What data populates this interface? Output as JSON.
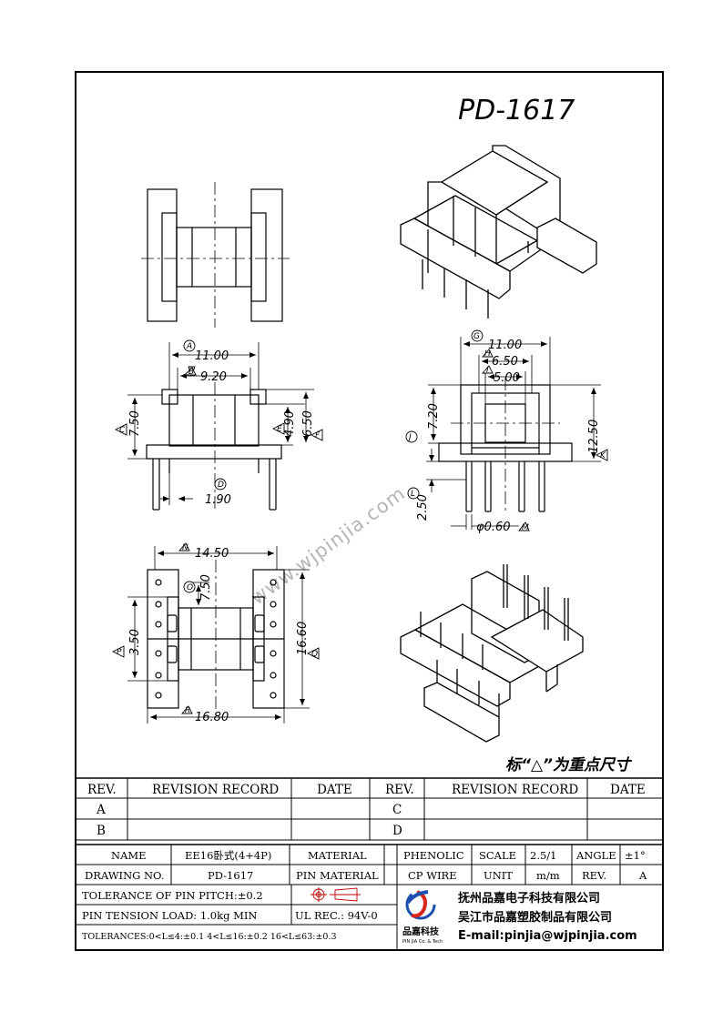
{
  "drawing": {
    "title": "PD-1617",
    "watermark": "www.wjpinjia.com",
    "key_dimension_note": "标“△”为重点尺寸"
  },
  "dimensions": {
    "a": "11.00",
    "b": "9.20",
    "c": "7.50",
    "e": "4.90",
    "f": "6.50",
    "d": "1.90",
    "g": "11.00",
    "h": "6.50",
    "i": "5.00",
    "j": "7.20",
    "k": "12.50",
    "l": "2.50",
    "m": "φ0.60",
    "n": "14.50",
    "o": "7.50",
    "p": "3.50",
    "q": "16.60",
    "r": "16.80"
  },
  "dimension_markers": {
    "a": "A",
    "b": "B",
    "c": "C",
    "d": "D",
    "e": "E",
    "f": "F",
    "g": "G",
    "h": "H",
    "i": "I",
    "j": "J",
    "k": "K",
    "l": "L",
    "m": "M",
    "n": "N",
    "o": "O",
    "p": "P",
    "q": "Q",
    "r": "R"
  },
  "revision_table": {
    "headers": [
      "REV.",
      "REVISION RECORD",
      "DATE",
      "REV.",
      "REVISION RECORD",
      "DATE"
    ],
    "rows": [
      {
        "rev_left": "A",
        "rev_right": "C"
      },
      {
        "rev_left": "B",
        "rev_right": "D"
      }
    ]
  },
  "title_block": {
    "name_label": "NAME",
    "name_value": "EE16卧式(4+4P)",
    "material_label": "MATERIAL",
    "material_value": "PHENOLIC",
    "scale_label": "SCALE",
    "scale_value": "2.5/1",
    "angle_label": "ANGLE",
    "angle_value": "±1°",
    "drawing_no_label": "DRAWING NO.",
    "drawing_no_value": "PD-1617",
    "pin_material_label": "PIN MATERIAL",
    "pin_material_value": "CP WIRE",
    "unit_label": "UNIT",
    "unit_value": "m/m",
    "rev_label": "REV.",
    "rev_value": "A",
    "pin_pitch_tolerance": "TOLERANCE OF PIN PITCH:±0.2",
    "pin_tension": "PIN TENSION LOAD: 1.0kg  MIN",
    "ul_rec": "UL REC.: 94V-0",
    "tolerances": "TOLERANCES:0<L≤4:±0.1 4<L≤16:±0.2 16<L≤63:±0.3",
    "logo_text": "品嘉科技",
    "logo_subtext": "PIN JIA Co. & Tech",
    "company_1": "抚州品嘉电子科技有限公司",
    "company_2": "吴江市品嘉塑胶制品有限公司",
    "email": "E-mail:pinjia@wjpinjia.com"
  }
}
